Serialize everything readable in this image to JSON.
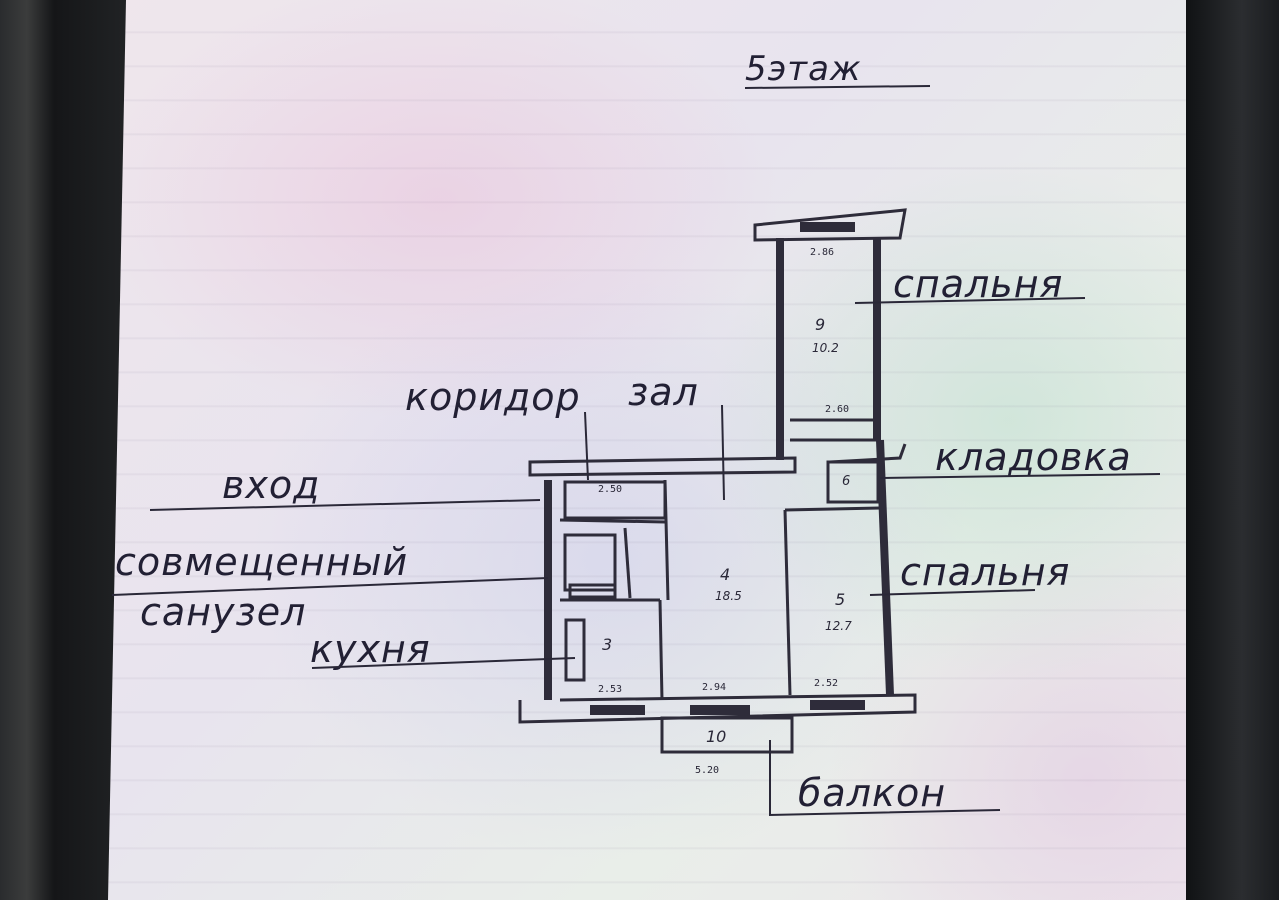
{
  "floor_label": "5этаж",
  "rooms": {
    "bedroom_top": {
      "label": "спальня",
      "number": "9",
      "area": "10.2"
    },
    "storage": {
      "label": "кладовка",
      "number": "6"
    },
    "bedroom_right": {
      "label": "спальня",
      "number": "5",
      "area": "12.7"
    },
    "hall": {
      "label": "зал",
      "number": "4",
      "area": "18.5"
    },
    "corridor": {
      "label": "коридор"
    },
    "entrance": {
      "label": "вход"
    },
    "bathroom": {
      "label_line1": "совмещенный",
      "label_line2": "санузел"
    },
    "kitchen": {
      "label": "кухня",
      "number": "3"
    },
    "balcony": {
      "label": "балкон",
      "number": "10"
    }
  },
  "dimensions": {
    "bedroom_top_width": "2.86",
    "bedroom_top_inner": "2.60",
    "corridor_width": "2.50",
    "kitchen_width": "2.53",
    "hall_width": "2.94",
    "bedroom_right_width": "2.52",
    "balcony_width": "5.20"
  }
}
